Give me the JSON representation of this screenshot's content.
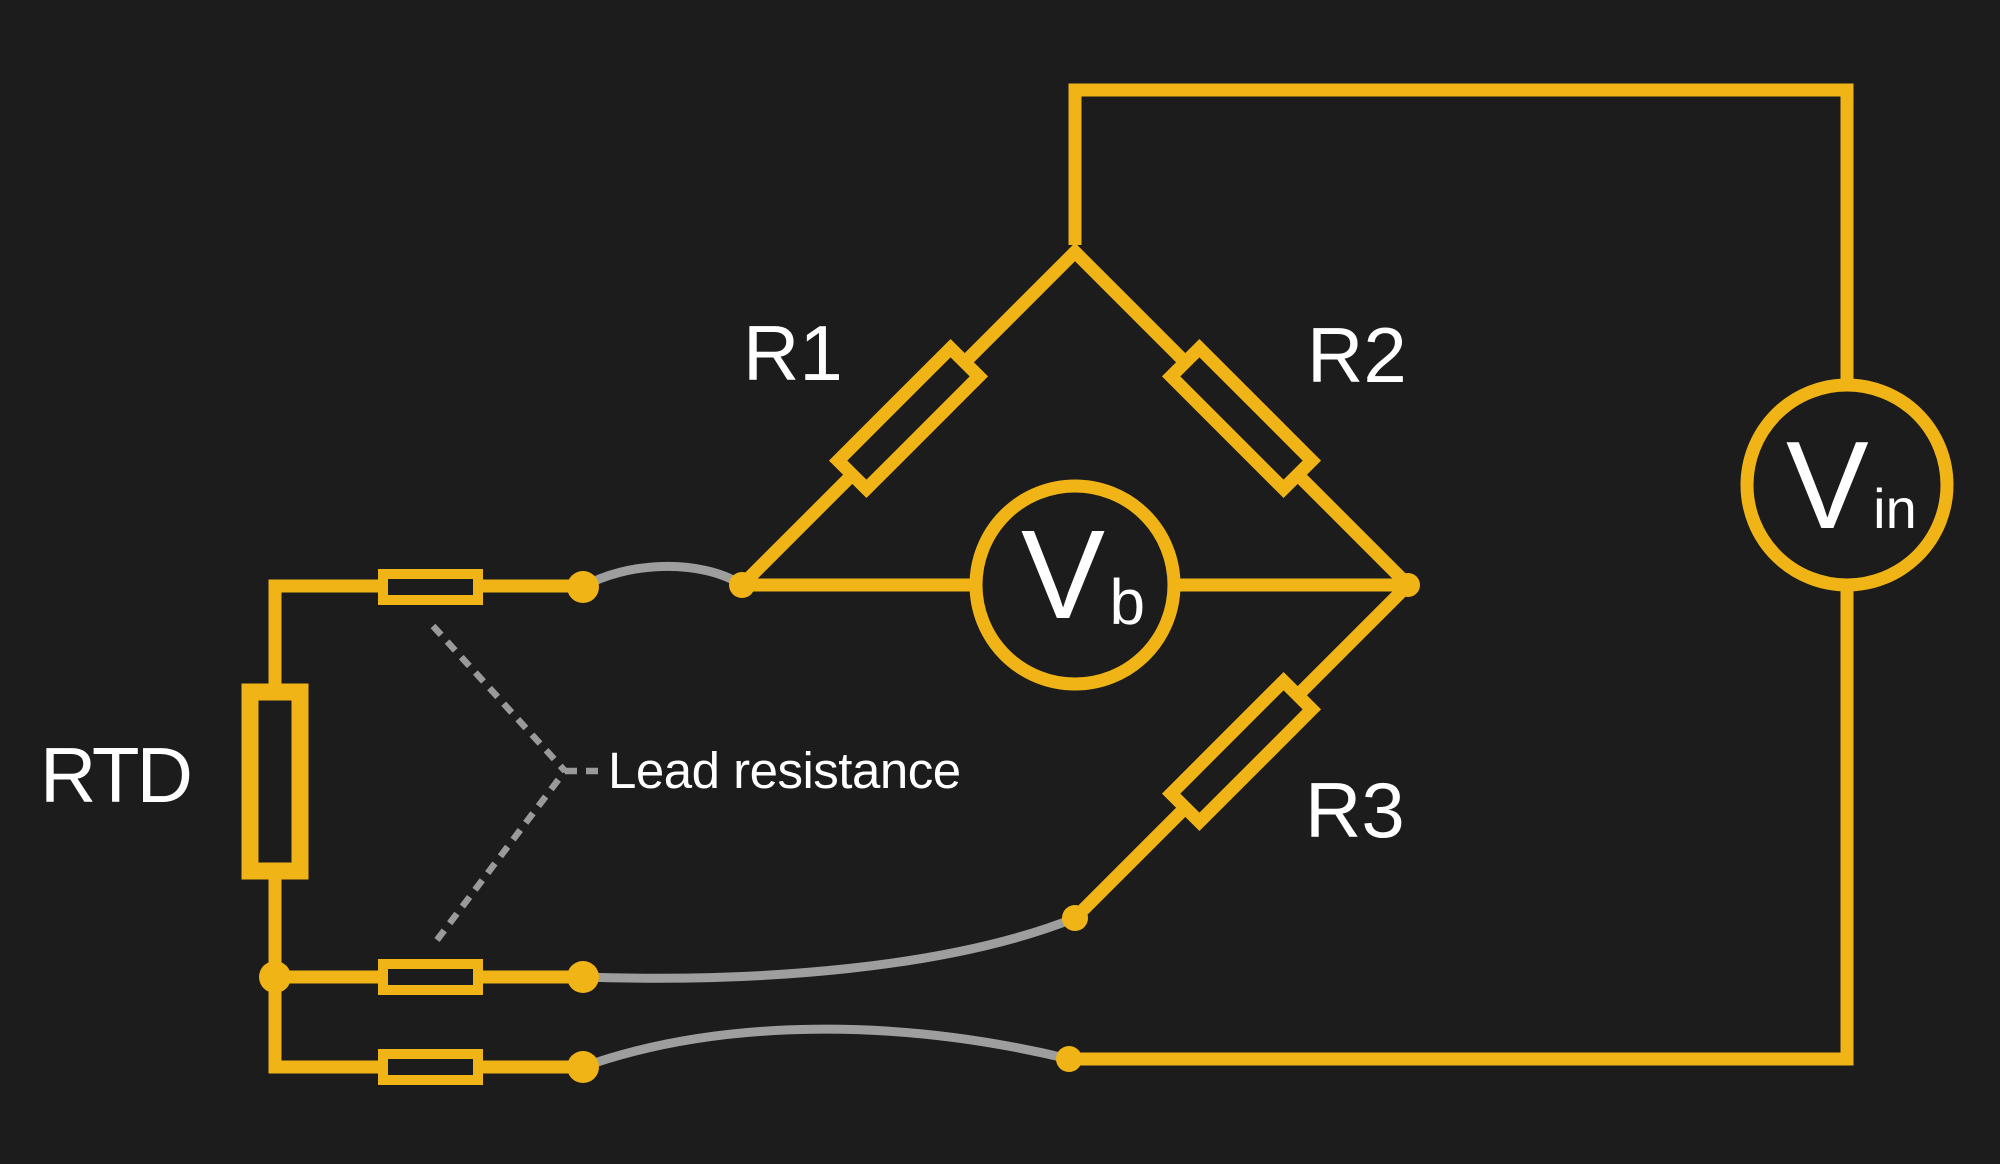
{
  "palette": {
    "background": "#1c1c1c",
    "wire_yellow": "#f0b417",
    "wire_gray": "#9e9e9e",
    "callout_gray": "#9a9a9a",
    "text_white": "#ffffff"
  },
  "diagram": {
    "type": "circuit-schematic",
    "topic": "3-wire RTD connected to a Wheatstone bridge with excitation source",
    "labels": {
      "r1": "R1",
      "r2": "R2",
      "r3": "R3",
      "rtd": "RTD",
      "lead_resistance": "Lead resistance",
      "bridge_voltage_main": "V",
      "bridge_voltage_sub": "b",
      "input_voltage_main": "V",
      "input_voltage_sub": "in"
    },
    "components": {
      "bridge_resistors": [
        "R1",
        "R2",
        "R3"
      ],
      "sensor": "RTD",
      "lead_resistor_count": 3,
      "meters": [
        {
          "name": "bridge-output-voltage",
          "reads": "Vb"
        },
        {
          "name": "excitation-voltage",
          "reads": "Vin"
        }
      ],
      "annotation_target": "lead resistors"
    }
  }
}
